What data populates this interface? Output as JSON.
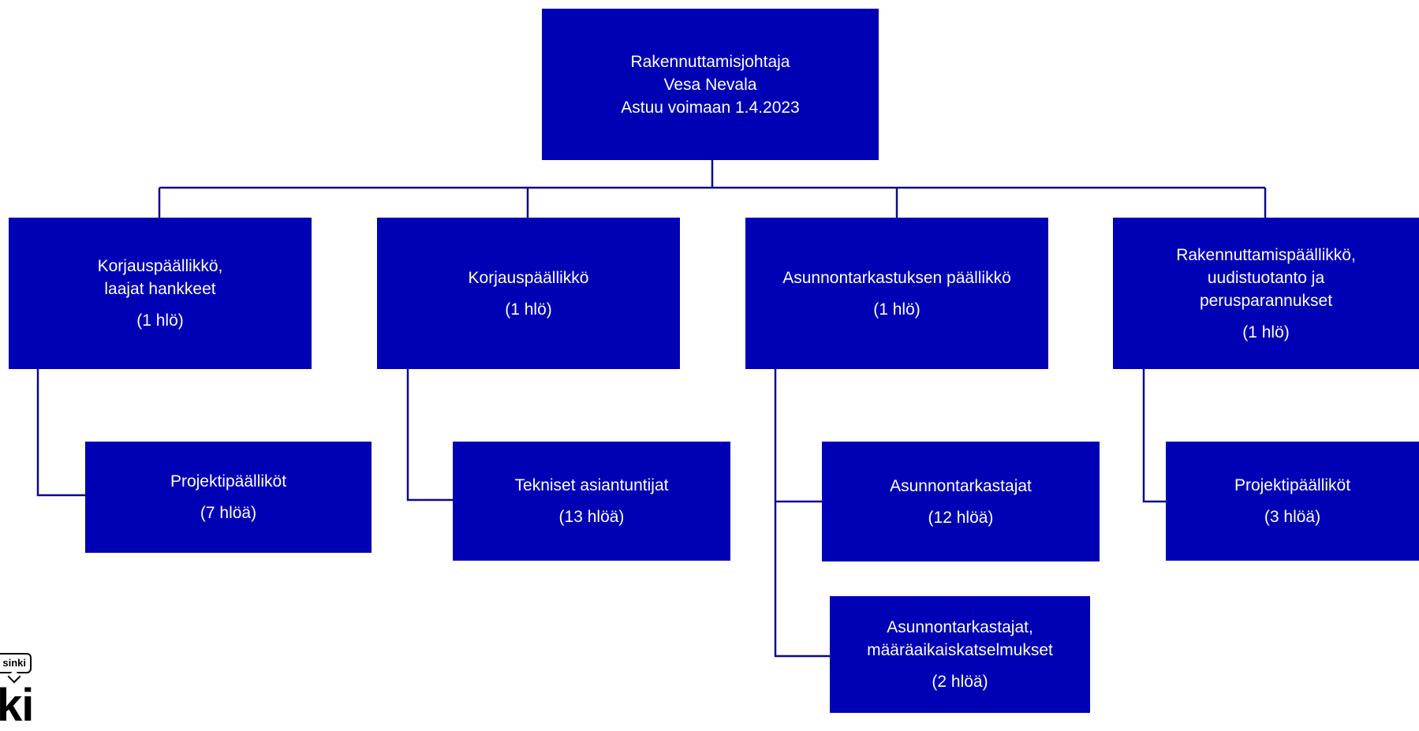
{
  "top": {
    "title": "Rakennuttamisjohtaja",
    "name": "Vesa Nevala",
    "note": "Astuu voimaan 1.4.2023"
  },
  "managers": [
    {
      "line1": "Korjauspäällikkö,",
      "line2": "laajat hankkeet",
      "count": "(1 hlö)"
    },
    {
      "line1": "Korjauspäällikkö",
      "count": "(1 hlö)"
    },
    {
      "line1": "Asunnontarkastuksen päällikkö",
      "count": "(1 hlö)"
    },
    {
      "line1": "Rakennuttamispäällikkö,",
      "line2": "uudistuotanto ja",
      "line3": "perusparannukset",
      "count": "(1 hlö)"
    }
  ],
  "teams": [
    {
      "label": "Projektipäälliköt",
      "count": "(7 hlöä)"
    },
    {
      "label": "Tekniset asiantuntijat",
      "count": "(13 hlöä)"
    },
    {
      "label": "Asunnontarkastajat",
      "count": "(12 hlöä)"
    },
    {
      "label": "Asunnontarkastajat,",
      "label2": "määräaikaiskatselmukset",
      "count": "(2 hlöä)"
    },
    {
      "label": "Projektipäälliköt",
      "count": "(3 hlöä)"
    }
  ],
  "logo": {
    "bubble_text": "sinki",
    "word_text": "ki"
  },
  "colors": {
    "box_fill": "#0000b4",
    "connector": "#0a0a8c",
    "text": "#ffffff"
  }
}
